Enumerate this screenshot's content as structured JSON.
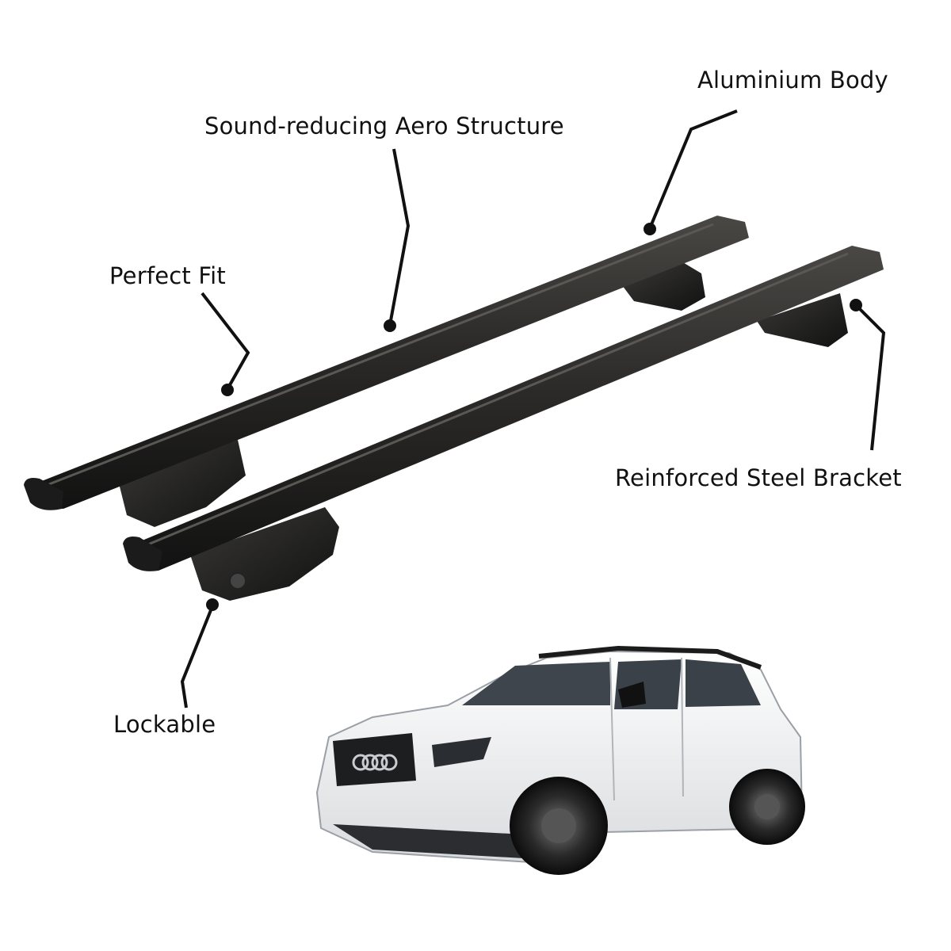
{
  "callouts": {
    "aluminium_body": "Aluminium Body",
    "sound_reducing": "Sound-reducing Aero Structure",
    "perfect_fit": "Perfect Fit",
    "reinforced_bracket": "Reinforced Steel Bracket",
    "lockable": "Lockable"
  },
  "colors": {
    "bar": "#2a2927",
    "bar_dark": "#141414",
    "car_body": "#f1f2f3",
    "leader": "#111111"
  },
  "icons": {
    "roof_bars": "roof-rack-crossbars-illustration",
    "car": "white-suv-illustration"
  }
}
